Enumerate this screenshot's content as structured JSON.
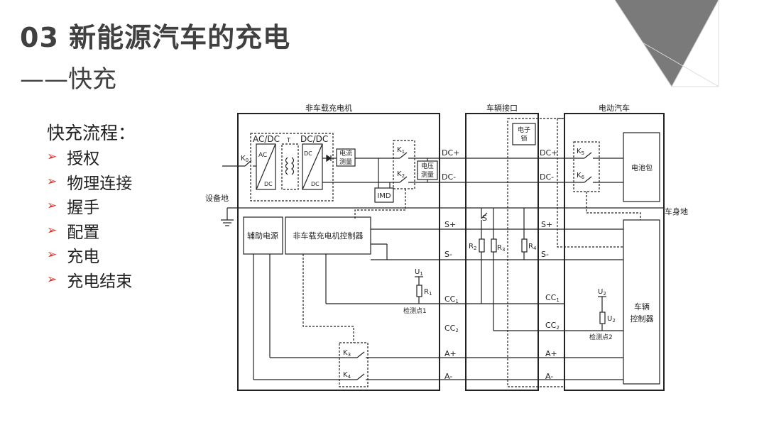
{
  "title": "03 新能源汽车的充电",
  "subtitle": "——快充",
  "flow": {
    "heading": "快充流程：",
    "steps": [
      "授权",
      "物理连接",
      "握手",
      "配置",
      "充电",
      "充电结束"
    ]
  },
  "colors": {
    "accent_arrow": "#e2231a",
    "triangle": "#7a7a7a",
    "line": "#222222"
  },
  "diagram": {
    "sections": {
      "charger": "非车载充电机",
      "interface": "车辆接口",
      "vehicle": "电动汽车"
    },
    "blocks": {
      "acdc": "AC/DC",
      "t": "T",
      "dcdc": "DC/DC",
      "ac": "AC",
      "dc": "DC",
      "current_meas_1": "电流",
      "current_meas_2": "测量",
      "voltage_meas_1": "电压",
      "voltage_meas_2": "测量",
      "imd": "IMD",
      "aux_power": "辅助电源",
      "controller": "非车载充电机控制器",
      "elock_1": "电子",
      "elock_2": "锁",
      "battery": "电池包",
      "vehicle_ctrl_1": "车辆",
      "vehicle_ctrl_2": "控制器"
    },
    "labels": {
      "equipment_ground": "设备地",
      "body_ground": "车身地",
      "dcp": "DC+",
      "dcm": "DC-",
      "sp": "S+",
      "sm": "S-",
      "ap": "A+",
      "am": "A-",
      "s_switch": "S",
      "check1": "检测点1",
      "check2": "检测点2"
    },
    "subscripts": {
      "k": "K",
      "k0": "0",
      "k1": "1",
      "k2": "2",
      "k3": "3",
      "k4": "4",
      "k5": "5",
      "k6": "6",
      "r": "R",
      "r1": "1",
      "r2": "2",
      "r3": "3",
      "r4": "4",
      "u": "U",
      "u1": "1",
      "u2": "2",
      "cc": "CC",
      "cc1": "1",
      "cc2": "2"
    }
  }
}
